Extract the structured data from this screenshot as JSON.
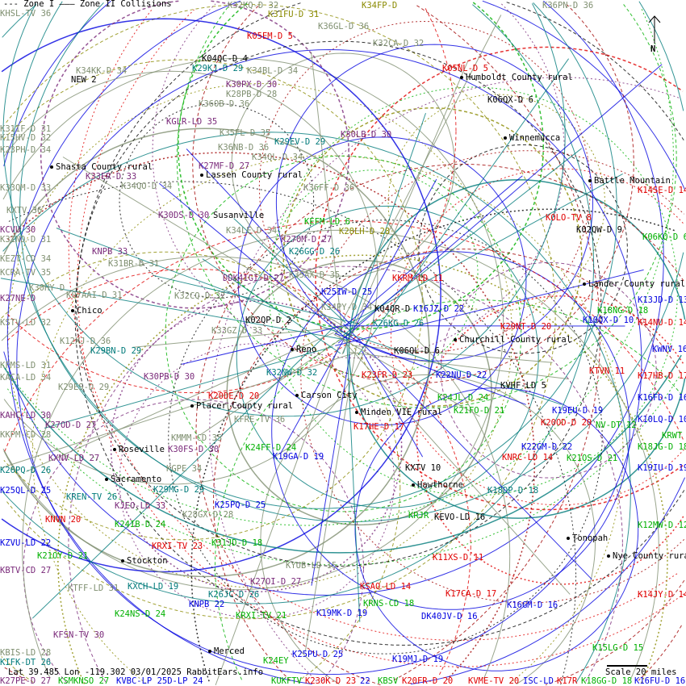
{
  "legend": {
    "zone1": "--- Zone I",
    "zone2": "——— Zone II Collisions"
  },
  "footer": {
    "coords": "Lat 39.485 Lon -119.302 03/01/2025 RabbitEars.info",
    "scale": "Scale 20 miles",
    "north": "N"
  },
  "colors": {
    "gray": "#7f8f70",
    "olive": "#8a8a00",
    "red": "#e00000",
    "darkred": "#a00000",
    "blue": "#0000e0",
    "green": "#00b000",
    "purple": "#7a2a7a",
    "teal": "#007a7a",
    "black": "#000000"
  },
  "labels": [
    {
      "t": "KHSL-TV 36",
      "c": "gray"
    },
    {
      "t": "K32KQ-D 32",
      "c": "gray"
    },
    {
      "t": "K31FU-D 31",
      "c": "olive"
    },
    {
      "t": "K34FP-D",
      "c": "olive"
    },
    {
      "t": "K36PN-D 36",
      "c": "gray"
    },
    {
      "t": "K05EM-D 5",
      "c": "red"
    },
    {
      "t": "K36GL-D 36",
      "c": "gray"
    },
    {
      "t": "K32CA-D 32",
      "c": "gray"
    },
    {
      "t": "K04QC-D 4",
      "c": "black"
    },
    {
      "t": "K05NL-D 5",
      "c": "red"
    },
    {
      "t": "Humboldt County rural",
      "c": "black",
      "city": true
    },
    {
      "t": "K34KK-D 34",
      "c": "gray"
    },
    {
      "t": "NEW 2",
      "c": "black"
    },
    {
      "t": "K29KJ-D 29",
      "c": "teal"
    },
    {
      "t": "K34BL-D 34",
      "c": "gray"
    },
    {
      "t": "K30PX-D 30",
      "c": "purple"
    },
    {
      "t": "K28PB-D 28",
      "c": "gray"
    },
    {
      "t": "K06QX-D 6",
      "c": "black"
    },
    {
      "t": "K36OB-D 36",
      "c": "gray"
    },
    {
      "t": "KGLR-LD 35",
      "c": "purple"
    },
    {
      "t": "K35FL-D 35",
      "c": "gray"
    },
    {
      "t": "K30LB-D 30",
      "c": "purple"
    },
    {
      "t": "K31IF-D 31",
      "c": "gray"
    },
    {
      "t": "K15HV-D 32",
      "c": "gray"
    },
    {
      "t": "K23PH-D 34",
      "c": "gray"
    },
    {
      "t": "Winnemucca",
      "c": "black",
      "city": true
    },
    {
      "t": "K36NB-D 36",
      "c": "gray"
    },
    {
      "t": "K29EV-D 29",
      "c": "teal"
    },
    {
      "t": "K34QL-D 34",
      "c": "gray"
    },
    {
      "t": "Shasta County rural",
      "c": "black",
      "city": true
    },
    {
      "t": "K27MF-D 27",
      "c": "purple"
    },
    {
      "t": "Lassen County rural",
      "c": "black",
      "city": true
    },
    {
      "t": "K33ER-D 33",
      "c": "purple"
    },
    {
      "t": "K34QO-D 34",
      "c": "gray"
    },
    {
      "t": "K36FF-D 36",
      "c": "gray"
    },
    {
      "t": "Battle Mountain",
      "c": "black",
      "city": true
    },
    {
      "t": "K14SE-D 14",
      "c": "red"
    },
    {
      "t": "K33QM-D 33",
      "c": "gray"
    },
    {
      "t": "KXTV 36",
      "c": "gray"
    },
    {
      "t": "KCVU 30",
      "c": "purple"
    },
    {
      "t": "K30DS-D 30",
      "c": "purple"
    },
    {
      "t": "Susanville",
      "c": "black"
    },
    {
      "t": "KEFM-LD 6",
      "c": "green"
    },
    {
      "t": "KOLO-TV 8",
      "c": "red"
    },
    {
      "t": "K34LE-D 34",
      "c": "gray"
    },
    {
      "t": "K28LH-D 28",
      "c": "olive"
    },
    {
      "t": "K02QW-D 9",
      "c": "black"
    },
    {
      "t": "K06KQ-D 6",
      "c": "green"
    },
    {
      "t": "K31ND-D 31",
      "c": "gray"
    },
    {
      "t": "K27OM-D 27",
      "c": "purple"
    },
    {
      "t": "KNPB 33",
      "c": "purple"
    },
    {
      "t": "K26GG-D 26",
      "c": "teal"
    },
    {
      "t": "KEZT-CD 34",
      "c": "gray"
    },
    {
      "t": "K31BR-D 31",
      "c": "gray"
    },
    {
      "t": "KCRA-TV 35",
      "c": "gray"
    },
    {
      "t": "DDK41GI-D 27",
      "c": "purple"
    },
    {
      "t": "K35AX-D 35",
      "c": "gray"
    },
    {
      "t": "KKRM-LD 11",
      "c": "red"
    },
    {
      "t": "Lander County rural",
      "c": "black",
      "city": true
    },
    {
      "t": "K27NE-D",
      "c": "purple"
    },
    {
      "t": "K30HY-D",
      "c": "gray"
    },
    {
      "t": "K07AAI-D 31",
      "c": "gray"
    },
    {
      "t": "K25IW-D 25",
      "c": "blue"
    },
    {
      "t": "K13JD-D 13",
      "c": "blue"
    },
    {
      "t": "K32CQ-D 32",
      "c": "gray"
    },
    {
      "t": "KSTV-LD 32",
      "c": "gray"
    },
    {
      "t": "Chico",
      "c": "black",
      "city": true
    },
    {
      "t": "K34PY-D 34",
      "c": "gray"
    },
    {
      "t": "K04QR-D",
      "c": "black"
    },
    {
      "t": "K16JZ-D 22",
      "c": "blue"
    },
    {
      "t": "K18NG-D 18",
      "c": "green"
    },
    {
      "t": "K10QX-D 10",
      "c": "blue"
    },
    {
      "t": "K14NU-D 14",
      "c": "red"
    },
    {
      "t": "K02QP-D 2",
      "c": "black"
    },
    {
      "t": "K26KG-D 26",
      "c": "teal"
    },
    {
      "t": "K20NT-D 20",
      "c": "red"
    },
    {
      "t": "K33GZ-D 33",
      "c": "gray"
    },
    {
      "t": "K12XJ-D 36",
      "c": "gray"
    },
    {
      "t": "Churchill County rural",
      "c": "black",
      "city": true
    },
    {
      "t": "K06QL-D 6",
      "c": "black"
    },
    {
      "t": "K29BN-D 29",
      "c": "teal"
    },
    {
      "t": "Reno",
      "c": "black",
      "city": true
    },
    {
      "t": "KWNV 16",
      "c": "blue"
    },
    {
      "t": "KFMS-LD 31",
      "c": "gray"
    },
    {
      "t": "K23FR-D 23",
      "c": "red"
    },
    {
      "t": "K22NU-D 22",
      "c": "blue"
    },
    {
      "t": "KTVN 11",
      "c": "red"
    },
    {
      "t": "K17HB-D 17",
      "c": "red"
    },
    {
      "t": "K30PB-D 30",
      "c": "purple"
    },
    {
      "t": "K32NW-D 32",
      "c": "teal"
    },
    {
      "t": "KACA-LD 34",
      "c": "gray"
    },
    {
      "t": "K29ES-D 29",
      "c": "gray"
    },
    {
      "t": "KVHF-LD 5",
      "c": "black"
    },
    {
      "t": "K24JL-D 24",
      "c": "green"
    },
    {
      "t": "K20DE-D 20",
      "c": "red"
    },
    {
      "t": "Carson City",
      "c": "black",
      "city": true
    },
    {
      "t": "K16FD-D 16",
      "c": "blue"
    },
    {
      "t": "Placer County rural",
      "c": "black",
      "city": true
    },
    {
      "t": "K21FO-D 21",
      "c": "green"
    },
    {
      "t": "K19EU-D 19",
      "c": "blue"
    },
    {
      "t": "KAHC-LD 30",
      "c": "purple"
    },
    {
      "t": "Minden VIE rural",
      "c": "black",
      "city": true
    },
    {
      "t": "K10LQ-D 10",
      "c": "blue"
    },
    {
      "t": "K27OD-D 27",
      "c": "purple"
    },
    {
      "t": "KFRE-TV 36",
      "c": "gray"
    },
    {
      "t": "K17HE-D 17",
      "c": "red"
    },
    {
      "t": "K20OD-D 20",
      "c": "red"
    },
    {
      "t": "NV-DT 12",
      "c": "green"
    },
    {
      "t": "KKPM-CD 28",
      "c": "gray"
    },
    {
      "t": "KMMM-CD 35",
      "c": "gray"
    },
    {
      "t": "KRWT 9",
      "c": "green"
    },
    {
      "t": "K24FF-D 24",
      "c": "green"
    },
    {
      "t": "K22GM-D 22",
      "c": "blue"
    },
    {
      "t": "K18JG-D 18",
      "c": "green"
    },
    {
      "t": "Roseville",
      "c": "black",
      "city": true
    },
    {
      "t": "K30FS-D 30",
      "c": "purple"
    },
    {
      "t": "KXNV-LD 27",
      "c": "purple"
    },
    {
      "t": "K19GA-D 19",
      "c": "blue"
    },
    {
      "t": "KNRC-LD 14",
      "c": "red"
    },
    {
      "t": "K21OS-D 21",
      "c": "green"
    },
    {
      "t": "K19IU-D 19",
      "c": "blue"
    },
    {
      "t": "K26PQ-D 26",
      "c": "teal"
    },
    {
      "t": "KGPE 34",
      "c": "gray"
    },
    {
      "t": "Sacramento",
      "c": "black",
      "city": true
    },
    {
      "t": "KXTV 10",
      "c": "black"
    },
    {
      "t": "K29MG-D 29",
      "c": "teal"
    },
    {
      "t": "Hawthorne",
      "c": "black",
      "city": true
    },
    {
      "t": "K25QL-D 25",
      "c": "blue"
    },
    {
      "t": "K18DP-D 18",
      "c": "teal"
    },
    {
      "t": "KREN-TV 26",
      "c": "teal"
    },
    {
      "t": "K25PQ-D 25",
      "c": "blue"
    },
    {
      "t": "KJEO-LD 33",
      "c": "purple"
    },
    {
      "t": "K28GX-D 28",
      "c": "gray"
    },
    {
      "t": "KEVO-LD 16",
      "c": "black"
    },
    {
      "t": "KRJR",
      "c": "green"
    },
    {
      "t": "KNVN 20",
      "c": "red"
    },
    {
      "t": "K24IB-D 24",
      "c": "green"
    },
    {
      "t": "K12MW-D 12",
      "c": "green"
    },
    {
      "t": "KZVU-LD 22",
      "c": "blue"
    },
    {
      "t": "Tonopah",
      "c": "black",
      "city": true
    },
    {
      "t": "KRXI-TV 23",
      "c": "red"
    },
    {
      "t": "K31JD-D 18",
      "c": "green"
    },
    {
      "t": "Nye County rural",
      "c": "black",
      "city": true
    },
    {
      "t": "K11XS-D 11",
      "c": "red"
    },
    {
      "t": "K21OY-D 21",
      "c": "green"
    },
    {
      "t": "Stockton",
      "c": "black",
      "city": true
    },
    {
      "t": "KYUB-LD 15",
      "c": "gray"
    },
    {
      "t": "KBTV-CD 27",
      "c": "purple"
    },
    {
      "t": "K27OI-D 27",
      "c": "purple"
    },
    {
      "t": "KTFF-LD 31",
      "c": "gray"
    },
    {
      "t": "KXCH-LD 19",
      "c": "teal"
    },
    {
      "t": "KSAO-LD 14",
      "c": "red"
    },
    {
      "t": "K14JY-D 14",
      "c": "red"
    },
    {
      "t": "K26JC-D 26",
      "c": "teal"
    },
    {
      "t": "K17CA-D 17",
      "c": "red"
    },
    {
      "t": "KNPB 22",
      "c": "blue"
    },
    {
      "t": "KRNS-CD 18",
      "c": "green"
    },
    {
      "t": "K16GM-D 16",
      "c": "blue"
    },
    {
      "t": "K24NS-D 24",
      "c": "green"
    },
    {
      "t": "KRXI-TV 21",
      "c": "green"
    },
    {
      "t": "K19MK-D 19",
      "c": "blue"
    },
    {
      "t": "DK40JV-D 16",
      "c": "blue"
    },
    {
      "t": "KFSN-TV 30",
      "c": "purple"
    },
    {
      "t": "Merced",
      "c": "black",
      "city": true
    },
    {
      "t": "K15LG-D 15",
      "c": "green"
    },
    {
      "t": "KBIS-LD 28",
      "c": "gray"
    },
    {
      "t": "K25PU-D 25",
      "c": "blue"
    },
    {
      "t": "K24EY",
      "c": "green"
    },
    {
      "t": "K19MJ-D 19",
      "c": "blue"
    },
    {
      "t": "KIFK-DT 26",
      "c": "teal"
    },
    {
      "t": "K27PE-D 27",
      "c": "purple"
    },
    {
      "t": "KSMKNSO 27",
      "c": "green"
    },
    {
      "t": "KVBC-LP 25D-LP 24",
      "c": "blue"
    },
    {
      "t": "KUKFTV",
      "c": "green"
    },
    {
      "t": "K23OK-D 23",
      "c": "red"
    },
    {
      "t": "22",
      "c": "blue"
    },
    {
      "t": "KBSV",
      "c": "green"
    },
    {
      "t": "K20FR-D 20",
      "c": "red"
    },
    {
      "t": "KVME-TV 20",
      "c": "red"
    },
    {
      "t": "ISC-LD",
      "c": "blue"
    },
    {
      "t": "K17R",
      "c": "red"
    },
    {
      "t": "K18GG-D 18",
      "c": "green"
    },
    {
      "t": "K16FU-D 16",
      "c": "blue"
    }
  ]
}
